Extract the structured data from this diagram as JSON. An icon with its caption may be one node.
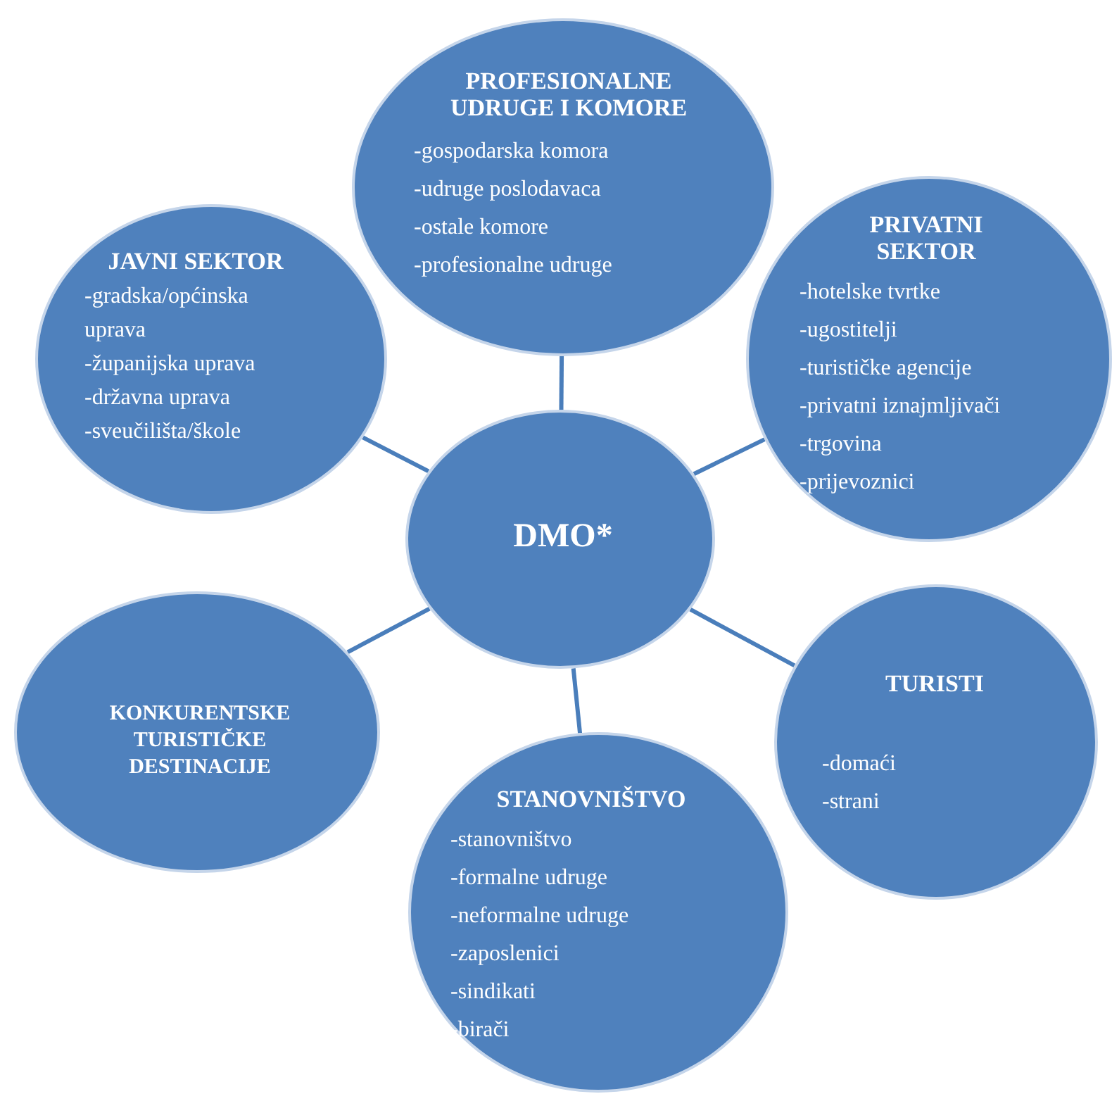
{
  "diagram": {
    "nodes": [
      {
        "text": [
          "PROFESIONALNE UDRUGE I KOMORE",
          "-gospodarska komora",
          "-udruge poslodavaca",
          "-ostale komore",
          "-profesionalne udruge"
        ]
      },
      {
        "text": [
          "JAVNI SEKTOR",
          "-gradska/općinska uprava",
          "-županijska uprava",
          "-državna uprava",
          "-sveučilišta/škole"
        ]
      },
      {
        "text": [
          "PRIVATNI SEKTOR",
          "-hotelske tvrtke",
          "-ugostitelji",
          "-turističke agencije",
          "-privatni iznajmljivači",
          "-trgovina",
          "-prijevoznici"
        ]
      },
      {
        "text": [
          "DMO*"
        ]
      },
      {
        "text": [
          "KONKURENTSKE TURISTIČKE DESTINACIJE"
        ]
      },
      {
        "text": [
          "TURISTI",
          "-domaći",
          "-strani"
        ]
      },
      {
        "text": [
          "STANOVNIŠTVO",
          "-stanovništvo",
          "-formalne udruge",
          "-neformalne udruge",
          "-zaposlenici",
          "-sindikati",
          "-birači"
        ]
      }
    ],
    "edges": [
      {
        "from": 3,
        "to": 0,
        "arrow": "none"
      },
      {
        "from": 3,
        "to": 1,
        "arrow": "none"
      },
      {
        "from": 3,
        "to": 2,
        "arrow": "none"
      },
      {
        "from": 3,
        "to": 4,
        "arrow": "none"
      },
      {
        "from": 3,
        "to": 5,
        "arrow": "none"
      },
      {
        "from": 3,
        "to": 6,
        "arrow": "none"
      }
    ]
  }
}
